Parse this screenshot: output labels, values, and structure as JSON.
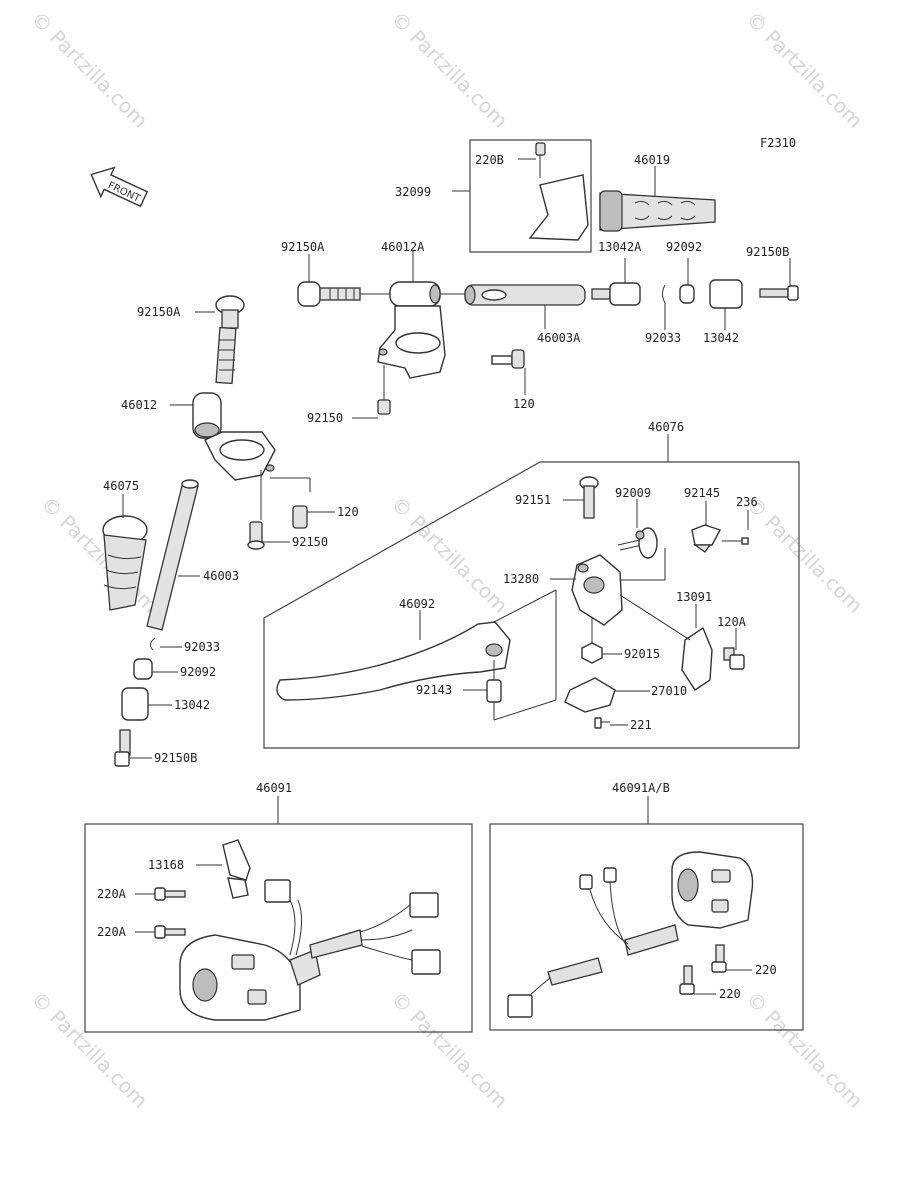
{
  "diagram_code": "F2310",
  "front_label": "FRONT",
  "watermark": "© Partzilla.com",
  "parts": {
    "p32099": "32099",
    "p220B": "220B",
    "p46019": "46019",
    "p92150A_top": "92150A",
    "p46012A": "46012A",
    "p13042A": "13042A",
    "p92092_top": "92092",
    "p92150B_top": "92150B",
    "p46003A": "46003A",
    "p92033_top": "92033",
    "p13042_top": "13042",
    "p92150_top": "92150",
    "p120_top": "120",
    "p92150A_left": "92150A",
    "p46012": "46012",
    "p46075": "46075",
    "p120_left": "120",
    "p92150_left": "92150",
    "p46003": "46003",
    "p92033_left": "92033",
    "p92092_left": "92092",
    "p13042_left": "13042",
    "p92150B_left": "92150B",
    "p46076": "46076",
    "p92151": "92151",
    "p92009": "92009",
    "p92145": "92145",
    "p236": "236",
    "p13280": "13280",
    "p46092": "46092",
    "p13091": "13091",
    "p120A": "120A",
    "p92015": "92015",
    "p92143": "92143",
    "p27010": "27010",
    "p221": "221",
    "p46091": "46091",
    "p13168": "13168",
    "p220A_1": "220A",
    "p220A_2": "220A",
    "p46091AB": "46091A/B",
    "p220_1": "220",
    "p220_2": "220"
  }
}
